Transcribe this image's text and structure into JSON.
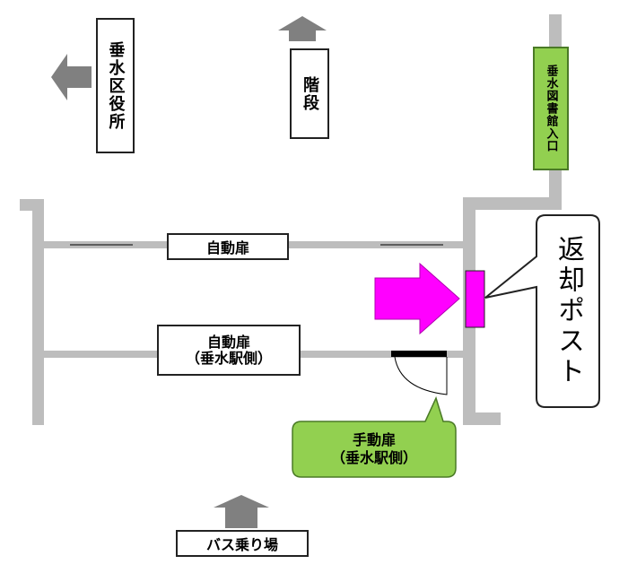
{
  "labels": {
    "ward_office": "垂水区役所",
    "stairs": "階段",
    "library_entrance": "垂水図書館入口",
    "auto_door_upper": "自動扉",
    "auto_door_lower_line1": "自動扉",
    "auto_door_lower_line2": "（垂水駅側）",
    "manual_door_line1": "手動扉",
    "manual_door_line2": "（垂水駅側）",
    "bus_stop": "バス乗り場",
    "return_post": "返却ポスト"
  },
  "colors": {
    "wall": "#bdbdbd",
    "arrow_gray": "#808080",
    "magenta": "#ff00ff",
    "green": "#92d050",
    "green_border": "#4a7a26",
    "door": "#000000"
  }
}
